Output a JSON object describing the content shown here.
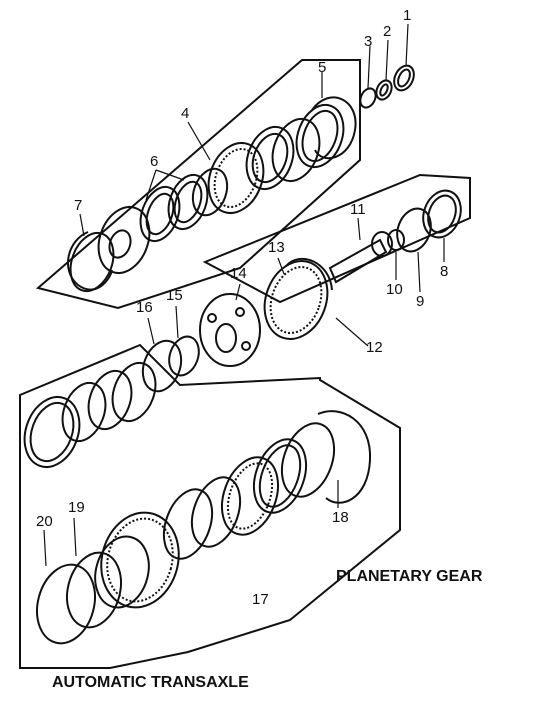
{
  "captions": {
    "planetary": "PLANETARY GEAR",
    "transaxle": "AUTOMATIC TRANSAXLE"
  },
  "callouts": [
    "1",
    "2",
    "3",
    "4",
    "5",
    "6",
    "7",
    "8",
    "9",
    "10",
    "11",
    "12",
    "13",
    "14",
    "15",
    "16",
    "17",
    "18",
    "19",
    "20"
  ],
  "colors": {
    "ink": "#111111",
    "paper": "#ffffff"
  }
}
